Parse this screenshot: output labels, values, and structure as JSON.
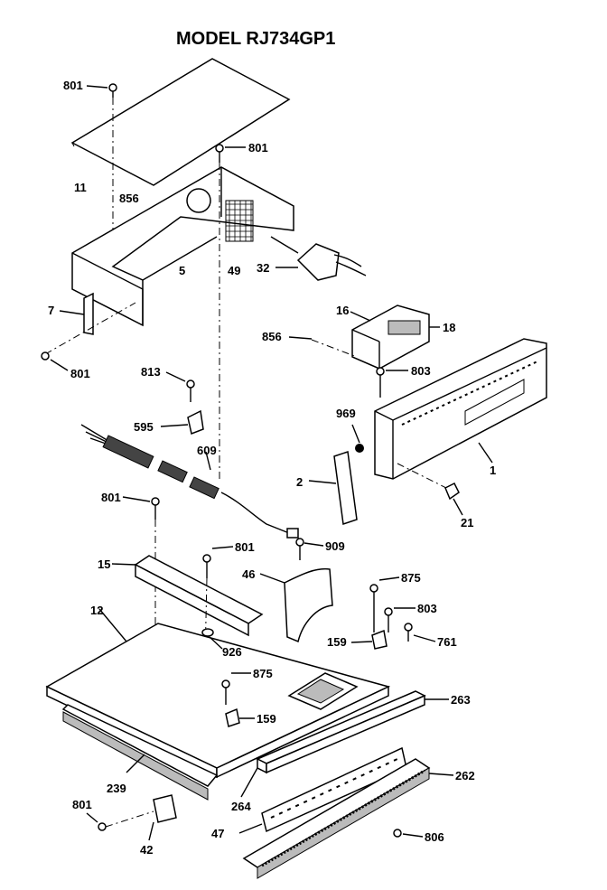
{
  "title": "MODEL RJ734GP1",
  "labels": {
    "l801a": "801",
    "l801b": "801",
    "l801c": "801",
    "l801d": "801",
    "l801e": "801",
    "l801f": "801",
    "l11": "11",
    "l856a": "856",
    "l856b": "856",
    "l5": "5",
    "l49": "49",
    "l32": "32",
    "l7": "7",
    "l16": "16",
    "l18": "18",
    "l803a": "803",
    "l803b": "803",
    "l813": "813",
    "l595": "595",
    "l609": "609",
    "l969": "969",
    "l1": "1",
    "l2": "2",
    "l21": "21",
    "l909": "909",
    "l15": "15",
    "l46": "46",
    "l875a": "875",
    "l875b": "875",
    "l12": "12",
    "l926": "926",
    "l159a": "159",
    "l159b": "159",
    "l761": "761",
    "l263": "263",
    "l262": "262",
    "l239": "239",
    "l264": "264",
    "l42": "42",
    "l47": "47",
    "l806": "806"
  }
}
